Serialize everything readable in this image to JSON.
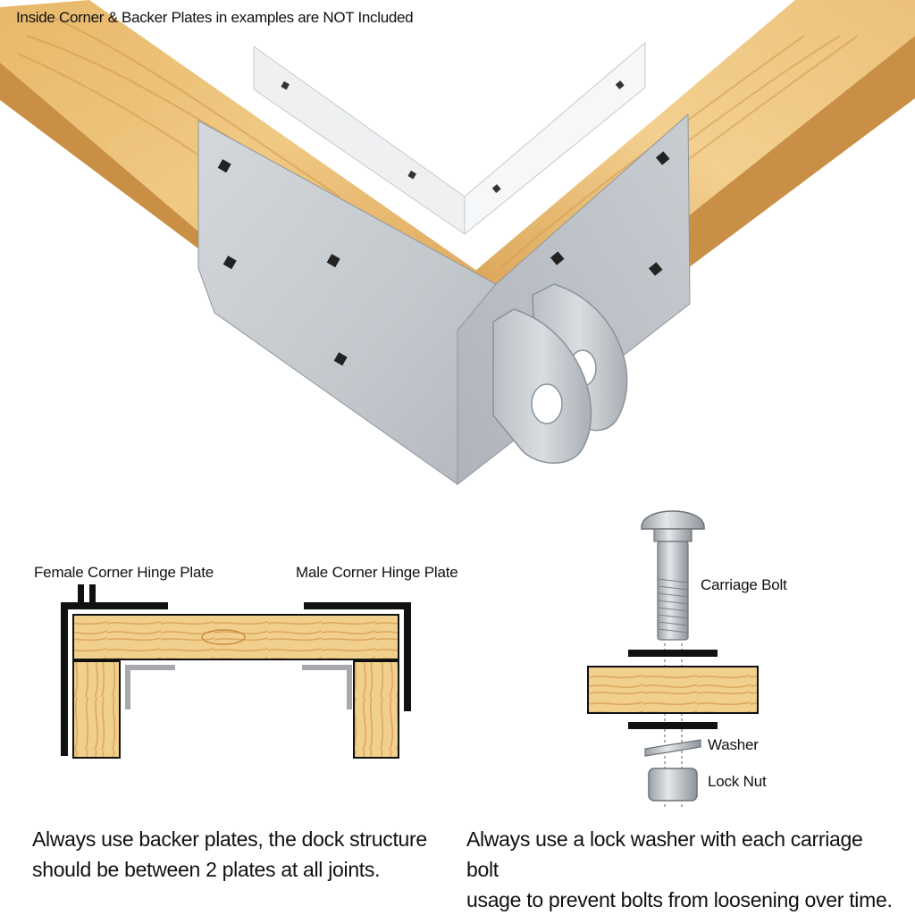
{
  "notice": "Inside Corner & Backer Plates in examples are NOT Included",
  "diagram_left": {
    "female_label": "Female Corner Hinge Plate",
    "male_label": "Male Corner Hinge Plate",
    "caption_line1": "Always use backer plates, the dock structure",
    "caption_line2": "should be between 2 plates at all joints."
  },
  "diagram_right": {
    "bolt_label": "Carriage Bolt",
    "washer_label": "Washer",
    "nut_label": "Lock Nut",
    "caption_line1": "Always use a lock washer with each carriage bolt",
    "caption_line2": "usage to prevent bolts from loosening over time."
  },
  "colors": {
    "wood_light": "#f1cf8c",
    "wood_mid": "#e3ad5c",
    "wood_grain": "#c98d3e",
    "galvanized": "#c9ced3",
    "galvanized_dark": "#9ea5ac",
    "backer_plate": "#eef0f2",
    "outline": "#111111",
    "backer_gray": "#a7a9ac"
  }
}
